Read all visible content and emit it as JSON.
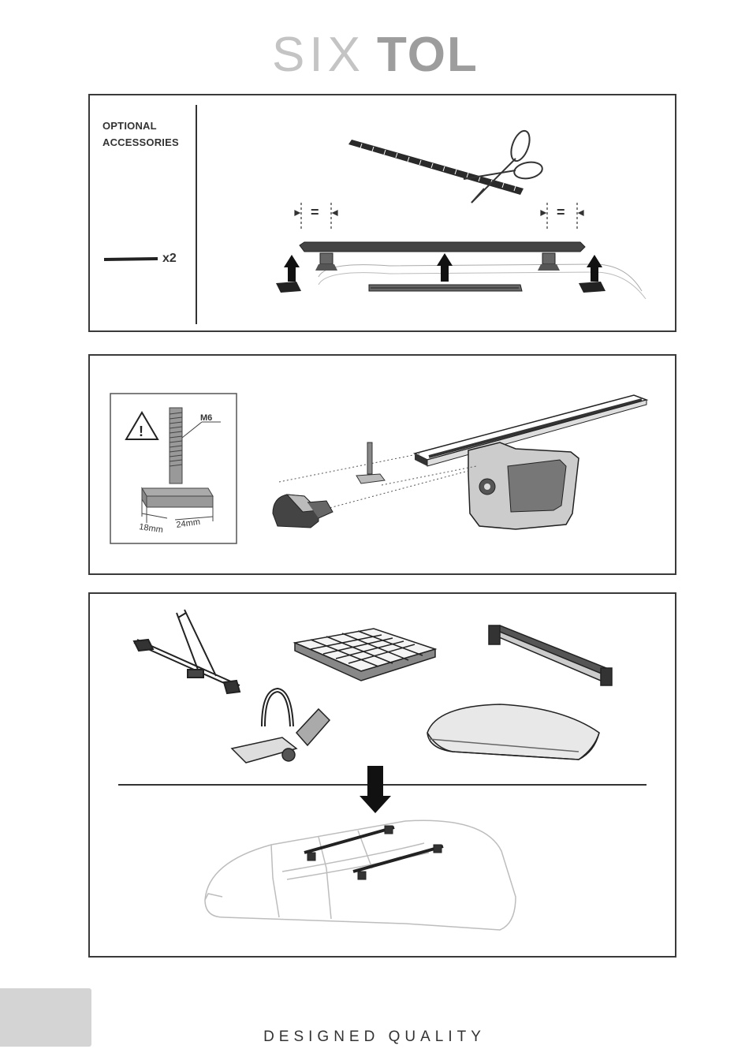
{
  "header": {
    "logo_light": "SIX",
    "logo_bold": "TOL"
  },
  "panel1": {
    "optional_line1": "OPTIONAL",
    "optional_line2": "ACCESSORIES",
    "quantity": "x2",
    "equal_sign": "="
  },
  "panel2": {
    "bolt_label": "M6",
    "dim_width": "18mm",
    "dim_length": "24mm",
    "warning_mark": "!"
  },
  "footer": {
    "tagline": "DESIGNED QUALITY"
  },
  "colors": {
    "frame": "#3a3a3a",
    "logo_light": "#bdbdbd",
    "logo_bold": "#9a9a9a",
    "footer_block": "#d4d4d4"
  }
}
